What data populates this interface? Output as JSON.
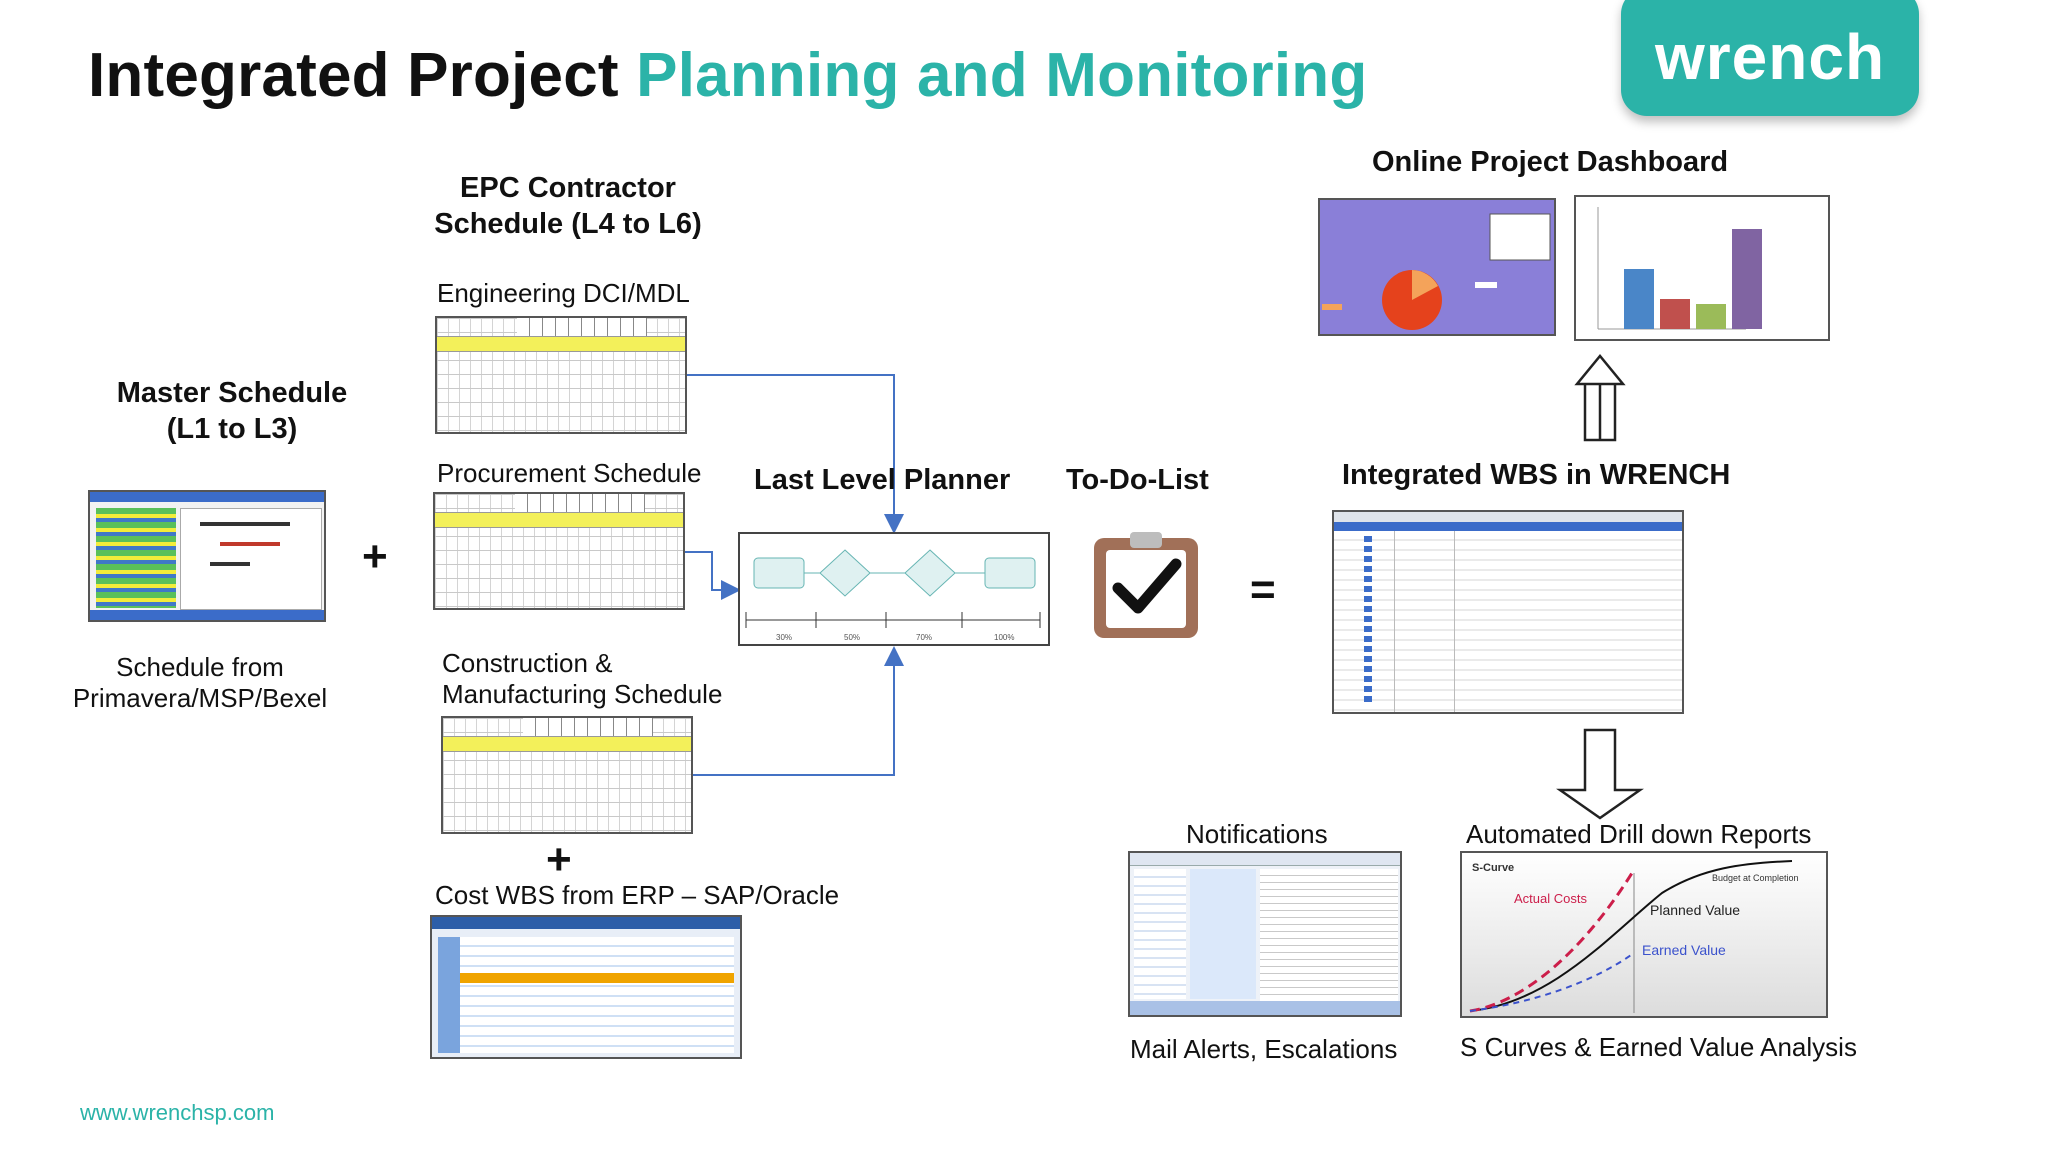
{
  "header": {
    "title_part1": "Integrated Project",
    "title_part2": "Planning and Monitoring",
    "logo_text": "wrench"
  },
  "colors": {
    "accent": "#2bb3a8",
    "arrow_blue": "#4472c4",
    "dashboard_purple": "#8a7fd8"
  },
  "master": {
    "heading_line1": "Master Schedule",
    "heading_line2": "(L1 to L3)",
    "caption_line1": "Schedule from",
    "caption_line2": "Primavera/MSP/Bexel"
  },
  "epc": {
    "heading_line1": "EPC Contractor",
    "heading_line2": "Schedule (L4 to L6)",
    "engineering": "Engineering DCI/MDL",
    "procurement": "Procurement Schedule",
    "construction_line1": "Construction &",
    "construction_line2": "Manufacturing Schedule",
    "cost": "Cost WBS from ERP – SAP/Oracle"
  },
  "operators": {
    "plus": "+",
    "equals": "="
  },
  "planner": {
    "label": "Last Level Planner",
    "percents": [
      "30%",
      "50%",
      "70%",
      "100%"
    ]
  },
  "todo": {
    "label": "To-Do-List",
    "icon": "clipboard-check-icon"
  },
  "wbs": {
    "label": "Integrated WBS in WRENCH"
  },
  "dashboard": {
    "label": "Online Project Dashboard",
    "bar_values": [
      60,
      30,
      25,
      100
    ]
  },
  "notifications": {
    "label": "Notifications",
    "caption": "Mail Alerts, Escalations"
  },
  "reports": {
    "label": "Automated Drill down Reports",
    "caption": "S Curves & Earned Value Analysis",
    "scurve_title": "S-Curve",
    "actual_costs": "Actual Costs",
    "planned_value": "Planned Value",
    "earned_value": "Earned Value",
    "budget": "Budget at Completion"
  },
  "footer": {
    "url": "www.wrenchsp.com"
  }
}
